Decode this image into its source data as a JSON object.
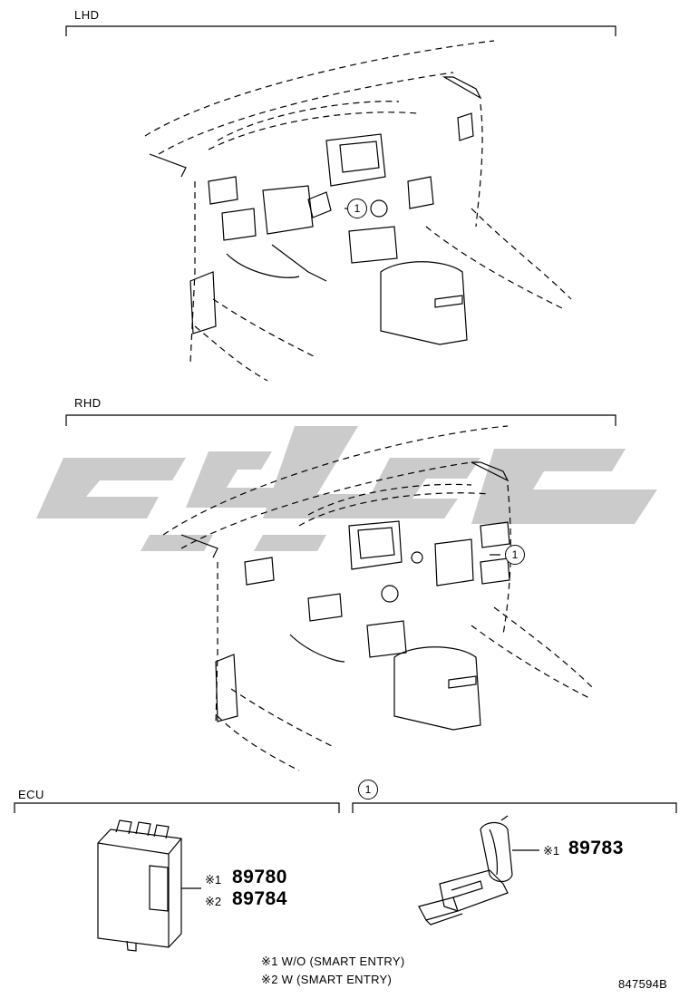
{
  "sections": {
    "lhd": "LHD",
    "rhd": "RHD",
    "ecu": "ECU",
    "detail_ref": "1"
  },
  "callouts": {
    "lhd_ref": "1",
    "rhd_ref": "1"
  },
  "parts": [
    {
      "mark": "※1",
      "number": "89780"
    },
    {
      "mark": "※2",
      "number": "89784"
    },
    {
      "mark": "※1",
      "number": "89783"
    }
  ],
  "notes": [
    {
      "mark": "※1",
      "text": "W/O (SMART ENTRY)"
    },
    {
      "mark": "※2",
      "text": "W (SMART ENTRY)"
    }
  ],
  "diagram_code": "847594B",
  "watermark_color": "#c8c8c8"
}
